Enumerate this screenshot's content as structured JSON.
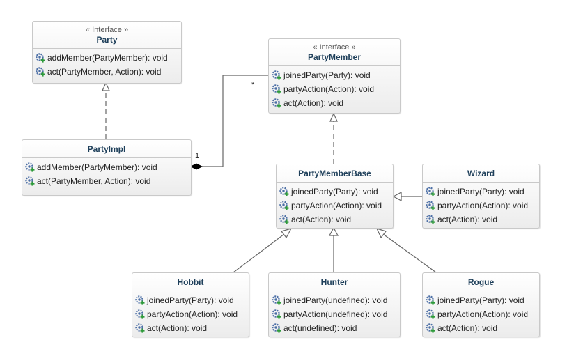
{
  "colors": {
    "border": "#c9c9c9",
    "name_text": "#1e3f5a",
    "line": "#666666",
    "gear_icon": "#4c6fa6",
    "plus_icon": "#2e9a3a"
  },
  "classes": {
    "party": {
      "stereotype": "« Interface »",
      "name": "Party",
      "operations": [
        "addMember(PartyMember): void",
        "act(PartyMember, Action): void"
      ]
    },
    "partyimpl": {
      "name": "PartyImpl",
      "operations": [
        "addMember(PartyMember): void",
        "act(PartyMember, Action): void"
      ]
    },
    "partymember": {
      "stereotype": "« Interface »",
      "name": "PartyMember",
      "operations": [
        "joinedParty(Party): void",
        "partyAction(Action): void",
        "act(Action): void"
      ]
    },
    "partymemberbase": {
      "name": "PartyMemberBase",
      "operations": [
        "joinedParty(Party): void",
        "partyAction(Action): void",
        "act(Action): void"
      ]
    },
    "wizard": {
      "name": "Wizard",
      "operations": [
        "joinedParty(Party): void",
        "partyAction(Action): void",
        "act(Action): void"
      ]
    },
    "hobbit": {
      "name": "Hobbit",
      "operations": [
        "joinedParty(Party): void",
        "partyAction(Action): void",
        "act(Action): void"
      ]
    },
    "hunter": {
      "name": "Hunter",
      "operations": [
        "joinedParty(undefined): void",
        "partyAction(undefined): void",
        "act(undefined): void"
      ]
    },
    "rogue": {
      "name": "Rogue",
      "operations": [
        "joinedParty(Party): void",
        "partyAction(Action): void",
        "act(Action): void"
      ]
    }
  },
  "multiplicities": {
    "impl_end": "1",
    "member_end": "*"
  },
  "icons": {
    "operation": "public-method-icon"
  }
}
